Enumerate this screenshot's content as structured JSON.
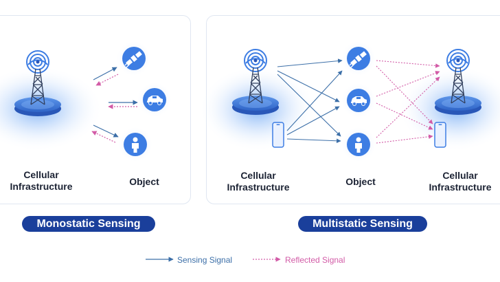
{
  "colors": {
    "sensing": "#3c6fa8",
    "reflected": "#d25aa6",
    "pill": "#1a3f9b",
    "icon_circle": "#3d7de3",
    "glow": "#5b9cf2"
  },
  "monostatic": {
    "infra_label_line1": "Cellular",
    "infra_label_line2": "Infrastructure",
    "object_label": "Object",
    "title": "Monostatic Sensing"
  },
  "multistatic": {
    "tx_label_line1": "Cellular",
    "tx_label_line2": "Infrastructure",
    "object_label": "Object",
    "rx_label_line1": "Cellular",
    "rx_label_line2": "Infrastructure",
    "title": "Multistatic Sensing"
  },
  "legend": {
    "sensing_label": "Sensing Signal",
    "reflected_label": "Reflected Signal"
  },
  "icons": [
    "tower-icon",
    "satellite-icon",
    "car-icon",
    "person-icon",
    "smartphone-icon"
  ]
}
